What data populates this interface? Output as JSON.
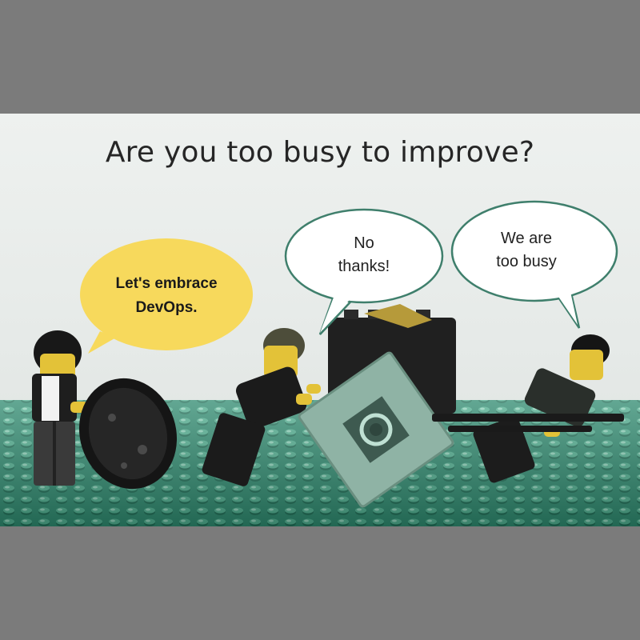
{
  "title": "Are you too busy to improve?",
  "bubbles": {
    "left": {
      "line1": "Let's embrace",
      "line2": "DevOps.",
      "color": "#f7d95c"
    },
    "middle": {
      "line1": "No",
      "line2": "thanks!"
    },
    "right": {
      "line1": "We are",
      "line2": "too busy"
    }
  },
  "colors": {
    "baseplate": "#2f8a70",
    "bubble_border": "#3f7f6c",
    "crate": "#8fb3a5"
  }
}
